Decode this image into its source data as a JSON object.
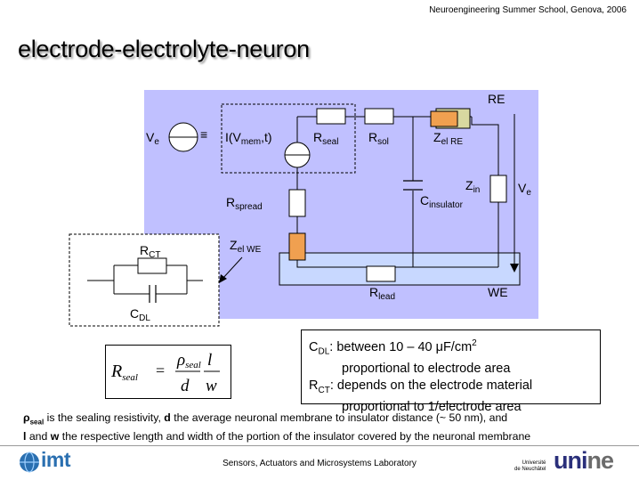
{
  "header_note": "Neuroengineering Summer School, Genova, 2006",
  "title": "electrode-electrolyte-neuron",
  "colors": {
    "electrolyte": "#c0c0ff",
    "electrode": "#c8d8ff",
    "z_el": "#f0a050",
    "z_el_re_shadow": "#d8d8a0",
    "logo_blue": "#2a6fb0",
    "logo_navy": "#2a2f7a"
  },
  "diagram": {
    "labels": {
      "re": "RE",
      "we": "WE",
      "ve_left": "V",
      "ve_left_sub": "e",
      "equiv_symbol": "≡",
      "i_source": "I(V",
      "i_source_sub": "mem",
      "i_source_end": ",t)",
      "r_seal": "R",
      "r_seal_sub": "seal",
      "r_sol": "R",
      "r_sol_sub": "sol",
      "z_el_re": "Z",
      "z_el_re_sub": "el RE",
      "z_in": "Z",
      "z_in_sub": "in",
      "ve_right": "V",
      "ve_right_sub": "e",
      "c_insulator": "C",
      "c_insulator_sub": "insulator",
      "r_spread": "R",
      "r_spread_sub": "spread",
      "z_el_we": "Z",
      "z_el_we_sub": "el WE",
      "r_lead": "R",
      "r_lead_sub": "lead",
      "r_ct": "R",
      "r_ct_sub": "CT",
      "c_dl": "C",
      "c_dl_sub": "DL"
    }
  },
  "info": {
    "cdl_label": "C",
    "cdl_sub": "DL",
    "cdl_text": ": between 10 – 40 μF/cm",
    "cdl_sup": "2",
    "cdl_detail": "proportional to electrode area",
    "rct_label": "R",
    "rct_sub": "CT",
    "rct_text": ": depends on the electrode material",
    "rct_detail": "proportional to 1/electrode area"
  },
  "formula": {
    "lhs": "R",
    "lhs_sub": "seal",
    "eq": "=",
    "num1": "ρ",
    "num1_sub": "seal",
    "den1": "d",
    "num2": "l",
    "den2": "w"
  },
  "footnote": {
    "line1_sym": "ρ",
    "line1_sym_sub": "seal",
    "line1_a": " is the sealing resistivity, ",
    "line1_d": "d",
    "line1_b": " the average neuronal membrane to insulator distance (~ 50 nm), and",
    "line2_l": "l",
    "line2_and": " and ",
    "line2_w": "w",
    "line2_b": " the respective length and width of the portion of the insulator covered by the neuronal membrane"
  },
  "footer": {
    "lab": "Sensors, Actuators and Microsystems Laboratory",
    "imt": "imt",
    "unine_small_1": "Université",
    "unine_small_2": "de Neuchâtel",
    "unine_1": "uni",
    "unine_2": "ne"
  }
}
